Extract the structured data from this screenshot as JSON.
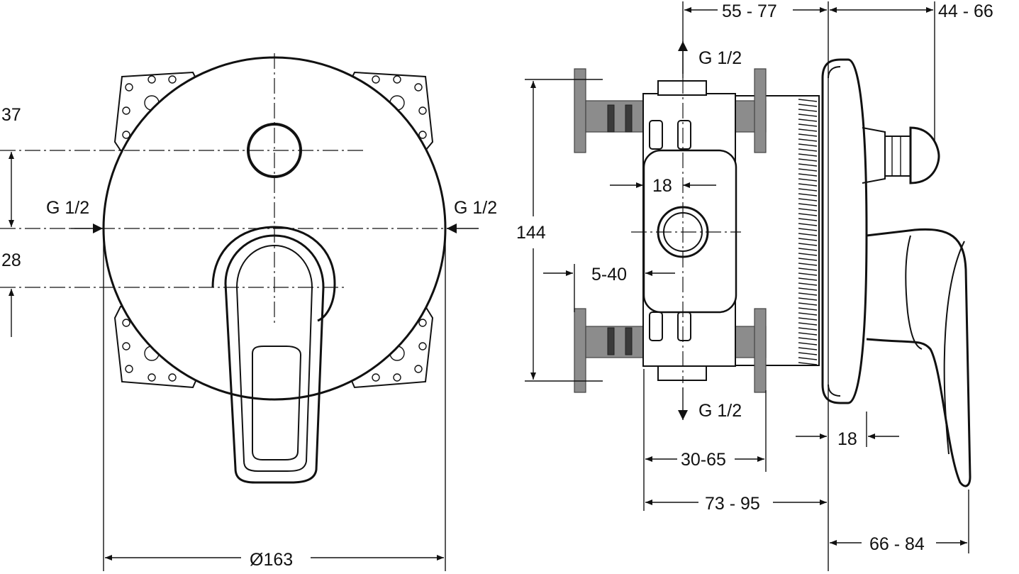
{
  "front_view": {
    "dim_37": "37",
    "dim_28": "28",
    "inlet_left": "G 1/2",
    "inlet_right": "G 1/2",
    "diameter": "Ø163"
  },
  "side_view": {
    "dim_55_77": "55 - 77",
    "dim_44_66": "44 - 66",
    "outlet_top": "G 1/2",
    "outlet_bottom": "G 1/2",
    "dim_144": "144",
    "dim_18_body": "18",
    "dim_5_40": "5-40",
    "dim_18_plate": "18",
    "dim_30_65": "30-65",
    "dim_73_95": "73 - 95",
    "dim_66_84": "66 - 84"
  }
}
